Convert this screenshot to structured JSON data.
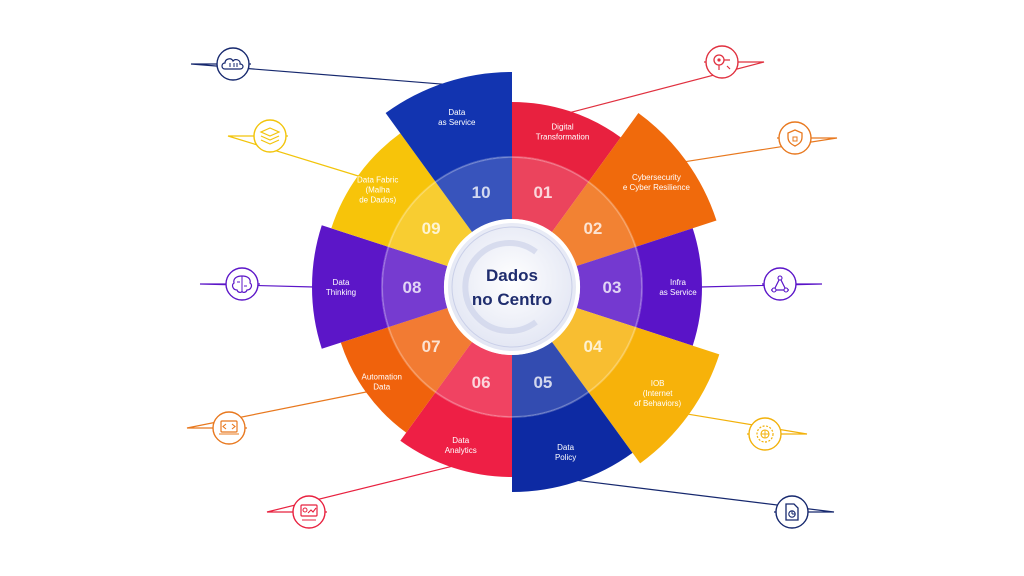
{
  "center": {
    "line1": "Dados",
    "line2": "no Centro"
  },
  "segments": [
    {
      "num": "01",
      "label": [
        "Digital",
        "Transformation"
      ],
      "color": "#e8213f",
      "icon": "network-target-icon"
    },
    {
      "num": "02",
      "label": [
        "Cybersecurity",
        "e Cyber Resilience"
      ],
      "color": "#f06a0c",
      "icon": "shield-icon"
    },
    {
      "num": "03",
      "label": [
        "Infra",
        "as Service"
      ],
      "color": "#5a14c8",
      "icon": "network-nodes-icon"
    },
    {
      "num": "04",
      "label": [
        "IOB",
        "(Internet",
        "of Behaviors)"
      ],
      "color": "#f7b20a",
      "icon": "globe-badge-icon"
    },
    {
      "num": "05",
      "label": [
        "Data",
        "Policy"
      ],
      "color": "#0d2aa3",
      "icon": "document-chart-icon"
    },
    {
      "num": "06",
      "label": [
        "Data",
        "Analytics"
      ],
      "color": "#ee1f45",
      "icon": "presentation-chart-icon"
    },
    {
      "num": "07",
      "label": [
        "Automation",
        "Data"
      ],
      "color": "#f0620c",
      "icon": "code-laptop-icon"
    },
    {
      "num": "08",
      "label": [
        "Data",
        "Thinking"
      ],
      "color": "#5c16c8",
      "icon": "brain-icon"
    },
    {
      "num": "09",
      "label": [
        "Data Fabric",
        "(Malha",
        "de Dados)"
      ],
      "color": "#f7c40a",
      "icon": "layers-icon"
    },
    {
      "num": "10",
      "label": [
        "Data",
        "as Service"
      ],
      "color": "#1234b0",
      "icon": "cloud-binary-icon"
    }
  ]
}
